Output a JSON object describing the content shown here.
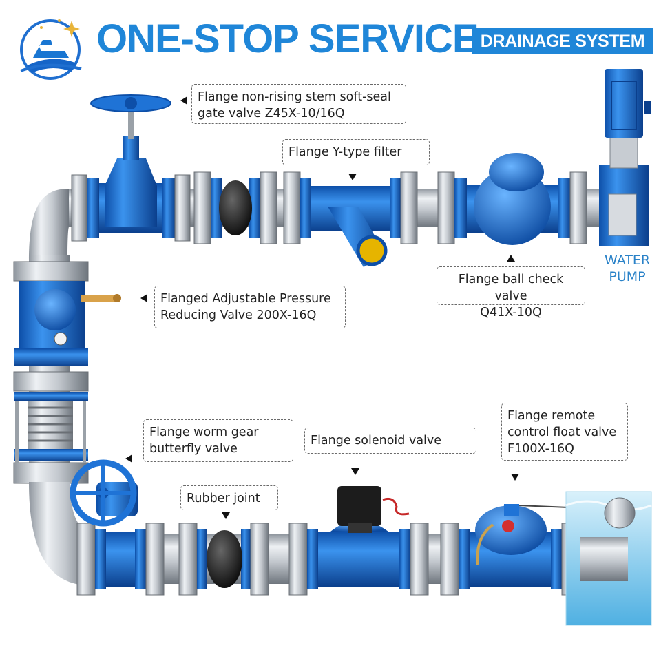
{
  "header": {
    "title": "ONE-STOP SERVICE",
    "badge": "DRAINAGE SYSTEM"
  },
  "labels": {
    "gate_valve": [
      "Flange non-rising stem soft-seal",
      "gate valve Z45X-10/16Q"
    ],
    "y_filter": "Flange Y-type filter",
    "ball_check": [
      "Flange ball check valve",
      "Q41X-10Q"
    ],
    "water_pump": [
      "WATER",
      "PUMP"
    ],
    "pressure_reducing": [
      "Flanged Adjustable Pressure",
      "Reducing Valve 200X-16Q"
    ],
    "butterfly": [
      "Flange worm gear",
      "butterfly valve"
    ],
    "solenoid": "Flange solenoid valve",
    "float_valve": [
      "Flange remote",
      "control float valve",
      "F100X-16Q"
    ],
    "rubber_joint": "Rubber joint"
  },
  "icons": {
    "logo": "ship-logo-icon",
    "pointer": "triangle-pointer-icon"
  },
  "colors": {
    "brand_blue": "#1f86d8",
    "valve_blue": "#1e6fd6",
    "steel": "#b8bec6",
    "rubber": "#222222",
    "water": "#8fd0f0"
  }
}
